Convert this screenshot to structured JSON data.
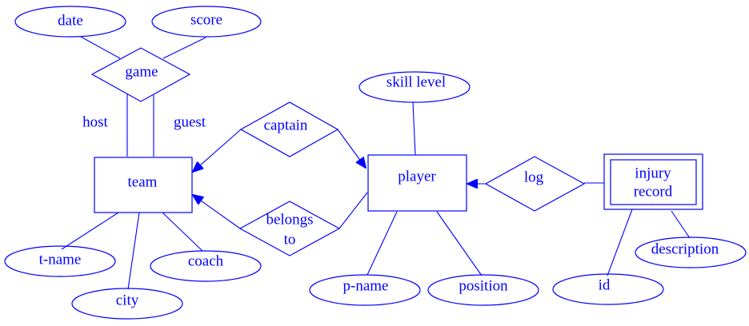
{
  "diagram": {
    "type": "ER diagram",
    "color": "#0000ff",
    "entities": [
      {
        "id": "team",
        "label": "team",
        "weak": false
      },
      {
        "id": "player",
        "label": "player",
        "weak": false
      },
      {
        "id": "injury_record",
        "label": [
          "injury",
          "record"
        ],
        "weak": true
      }
    ],
    "relationships": [
      {
        "id": "game",
        "label": [
          "game"
        ]
      },
      {
        "id": "captain",
        "label": [
          "captain"
        ]
      },
      {
        "id": "belongs_to",
        "label": [
          "belongs",
          "to"
        ]
      },
      {
        "id": "log",
        "label": [
          "log"
        ]
      }
    ],
    "attributes": [
      {
        "id": "date",
        "label": "date",
        "of": "game"
      },
      {
        "id": "score",
        "label": "score",
        "of": "game"
      },
      {
        "id": "t_name",
        "label": "t-name",
        "of": "team"
      },
      {
        "id": "city",
        "label": "city",
        "of": "team"
      },
      {
        "id": "coach",
        "label": "coach",
        "of": "team"
      },
      {
        "id": "skill_level",
        "label": "skill level",
        "of": "player"
      },
      {
        "id": "p_name",
        "label": "p-name",
        "of": "player"
      },
      {
        "id": "position",
        "label": "position",
        "of": "player"
      },
      {
        "id": "id",
        "label": "id",
        "of": "injury_record"
      },
      {
        "id": "description",
        "label": "description",
        "of": "injury_record"
      }
    ],
    "role_labels": {
      "host": "host",
      "guest": "guest"
    },
    "edges": [
      {
        "from": "game",
        "to": "team",
        "role": "host",
        "arrow": false
      },
      {
        "from": "game",
        "to": "team",
        "role": "guest",
        "arrow": false
      },
      {
        "from": "captain",
        "to": "team",
        "arrow": true
      },
      {
        "from": "captain",
        "to": "player",
        "arrow": true
      },
      {
        "from": "belongs_to",
        "to": "team",
        "arrow": true
      },
      {
        "from": "belongs_to",
        "to": "player",
        "arrow": false
      },
      {
        "from": "log",
        "to": "player",
        "arrow": true
      },
      {
        "from": "log",
        "to": "injury_record",
        "arrow": false
      }
    ]
  }
}
